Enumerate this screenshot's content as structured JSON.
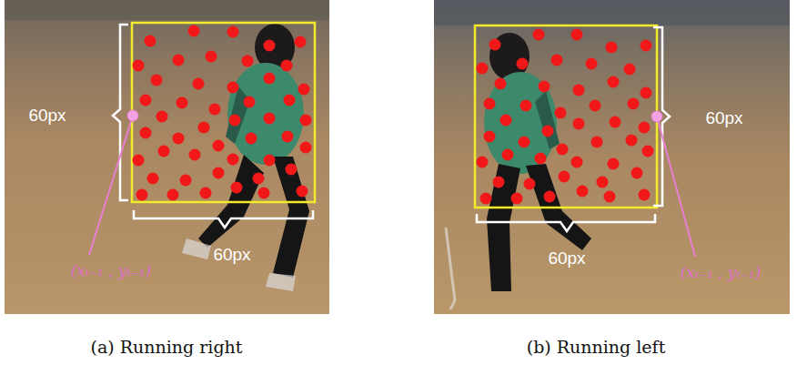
{
  "diagram": {
    "labels": [
      "60px",
      "60px",
      "(xₜ₋₁ , yₜ₋₁)",
      "(a) Running right",
      "60px",
      "60px",
      "(xₜ₋₁ , yₜ₋₁)",
      "(b) Running left"
    ]
  }
}
